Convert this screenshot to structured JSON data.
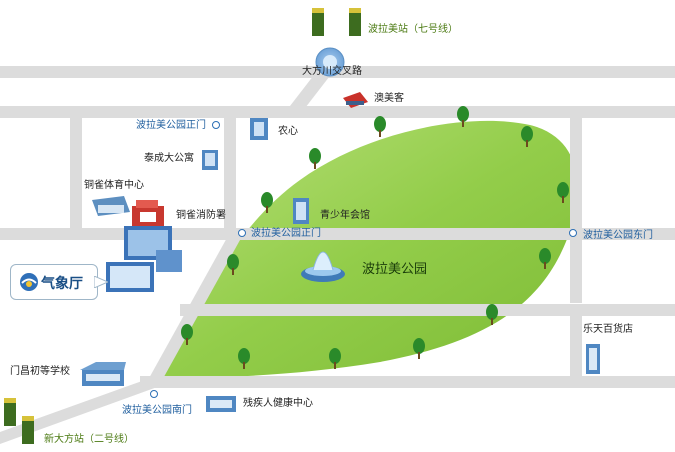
{
  "labels": {
    "station_line7": "波拉美站（七号线）",
    "daebang_intersection": "大方川交叉路",
    "aumeike": "澳美客",
    "park_main_gate_top": "波拉美公园正门",
    "nongxin": "农心",
    "taesung_apartment": "泰成大公寓",
    "dongjak_sports_center": "铜雀体育中心",
    "dongjak_fire_station": "铜雀消防署",
    "youth_center": "青少年会馆",
    "park_main_gate": "波拉美公园正门",
    "park_east_gate": "波拉美公园东门",
    "park_name": "波拉美公园",
    "kma_building": "气象厅",
    "lotte_department_store": "乐天百货店",
    "munchang_elementary": "门昌初等学校",
    "park_south_gate": "波拉美公园南门",
    "disabled_health_center": "残疾人健康中心",
    "sindaebang_station_line2": "新大方站（二号线）"
  },
  "icons": [
    "station-building-icon",
    "intersection-circle-icon",
    "building-icon",
    "tree-icon",
    "fountain-icon",
    "gate-marker-icon",
    "kma-logo-icon"
  ],
  "colors": {
    "road": "#dcdcdc",
    "park": "#93cd4a",
    "park_light": "#c6e88e",
    "gate_marker": "#2c6fb5",
    "station_label": "#4b7a12",
    "gate_label": "#1f5e9e",
    "intersection": "#7fb0e0"
  }
}
